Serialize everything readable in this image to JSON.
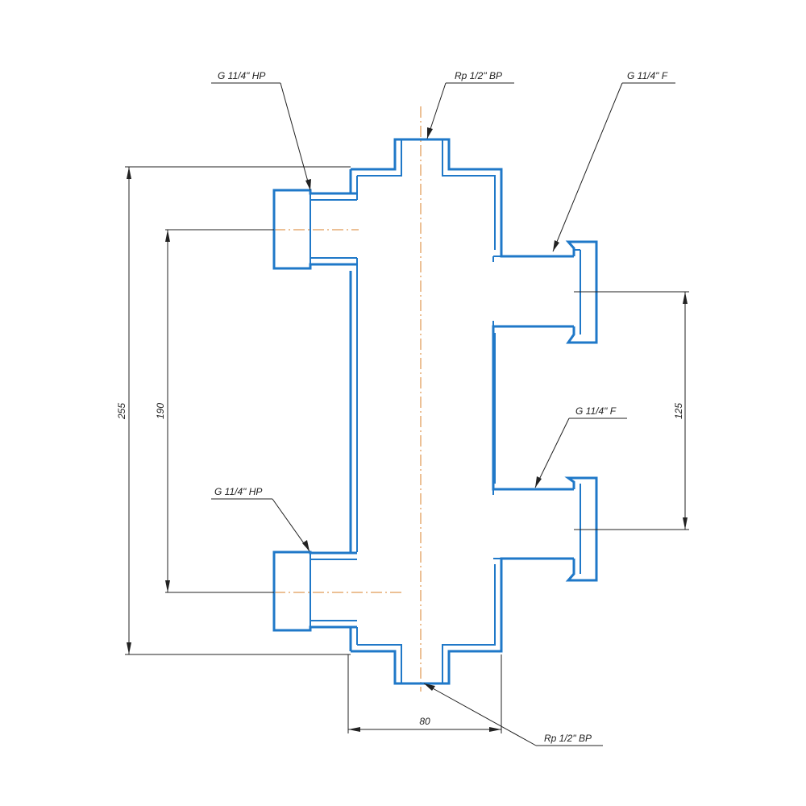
{
  "colors": {
    "part_outline": "#1f78c8",
    "axis_line": "#d9822b",
    "dimension": "#222222"
  },
  "callouts": {
    "top_left": "G 11/4\" НР",
    "top_center": "Rp 1/2\" ВР",
    "top_right": "G 11/4\" F",
    "mid_right": "G 11/4\" F",
    "bottom_left": "G 11/4\" НР",
    "bottom_right": "Rp 1/2\" ВР"
  },
  "dimensions": {
    "overall_height": "255",
    "left_port_spacing": "190",
    "right_port_spacing": "125",
    "body_width": "80"
  }
}
